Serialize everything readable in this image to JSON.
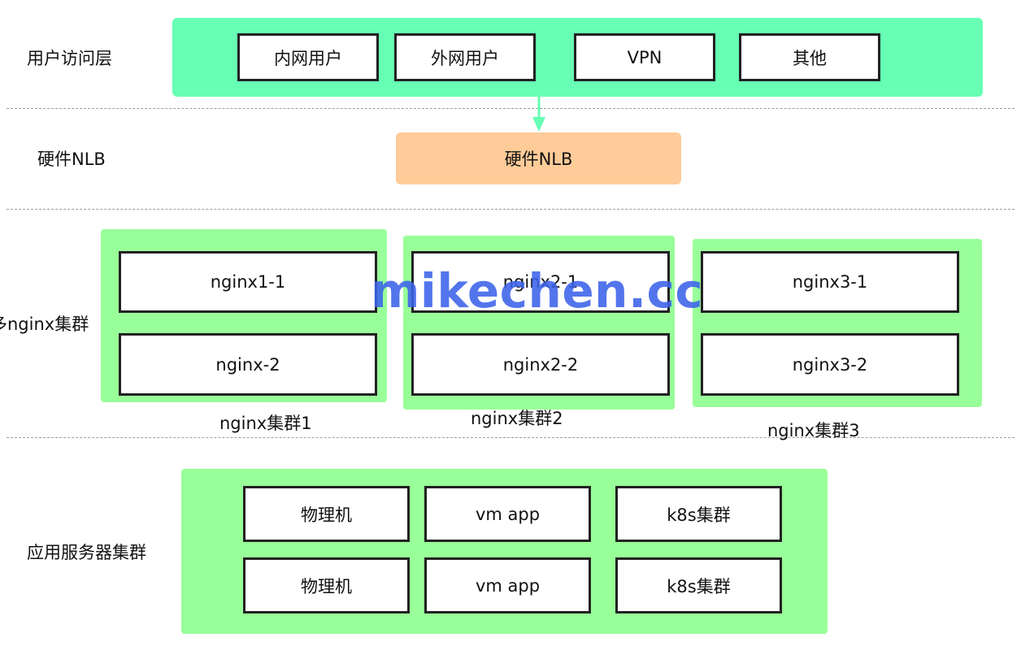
{
  "layers": {
    "user_access": "用户访问层",
    "hardware_nlb": "硬件NLB",
    "multi_nginx": "多nginx集群",
    "app_servers": "应用服务器集群"
  },
  "user_access": {
    "items": [
      "内网用户",
      "外网用户",
      "VPN",
      "其他"
    ]
  },
  "nlb": {
    "label": "硬件NLB"
  },
  "nginx_clusters": [
    {
      "caption": "nginx集群1",
      "nodes": [
        "nginx1-1",
        "nginx-2"
      ]
    },
    {
      "caption": "nginx集群2",
      "nodes": [
        "nginx2-1",
        "nginx2-2"
      ]
    },
    {
      "caption": "nginx集群3",
      "nodes": [
        "nginx3-1",
        "nginx3-2"
      ]
    }
  ],
  "app_cluster": {
    "rows": [
      [
        "物理机",
        "vm app",
        "k8s集群"
      ],
      [
        "物理机",
        "vm app",
        "k8s集群"
      ]
    ]
  },
  "watermark": "mikechen.cc",
  "colors": {
    "user_panel": "#66ffb3",
    "nlb": "#ffcc99",
    "cluster_panel": "#99ff99",
    "arrow": "#66ffb3",
    "watermark": "#3c63ea"
  }
}
